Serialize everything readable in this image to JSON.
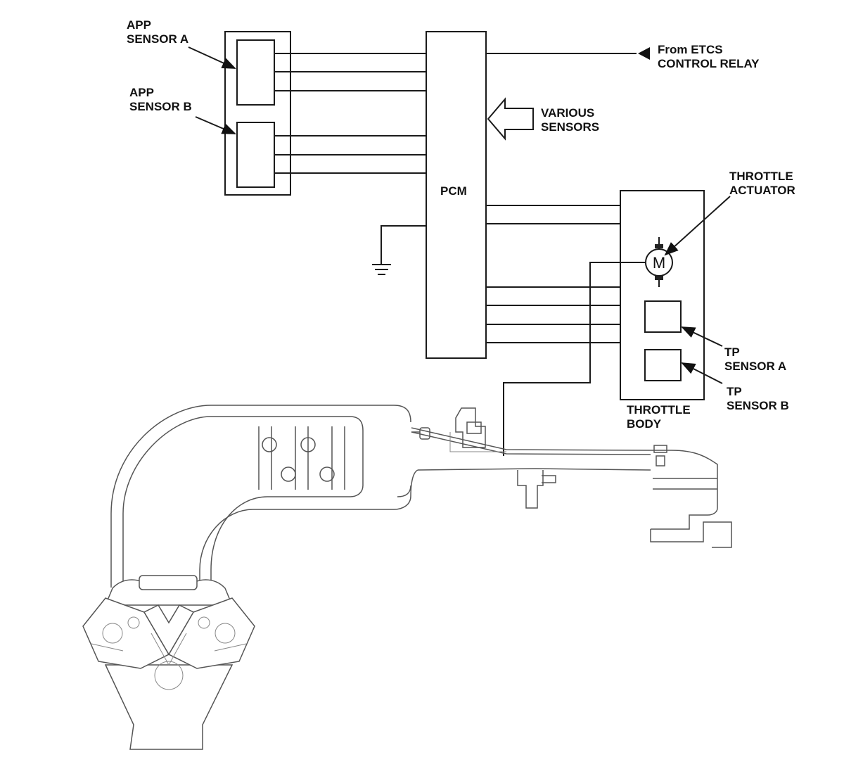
{
  "labels": {
    "app_sensor_a": "APP\nSENSOR A",
    "app_sensor_b": "APP\nSENSOR B",
    "pcm": "PCM",
    "from_etcs": "From ETCS\nCONTROL RELAY",
    "various_sensors": "VARIOUS\nSENSORS",
    "throttle_actuator": "THROTTLE\nACTUATOR",
    "tp_sensor_a": "TP\nSENSOR A",
    "tp_sensor_b": "TP\nSENSOR B",
    "throttle_body": "THROTTLE\nBODY",
    "motor_symbol": "M"
  }
}
